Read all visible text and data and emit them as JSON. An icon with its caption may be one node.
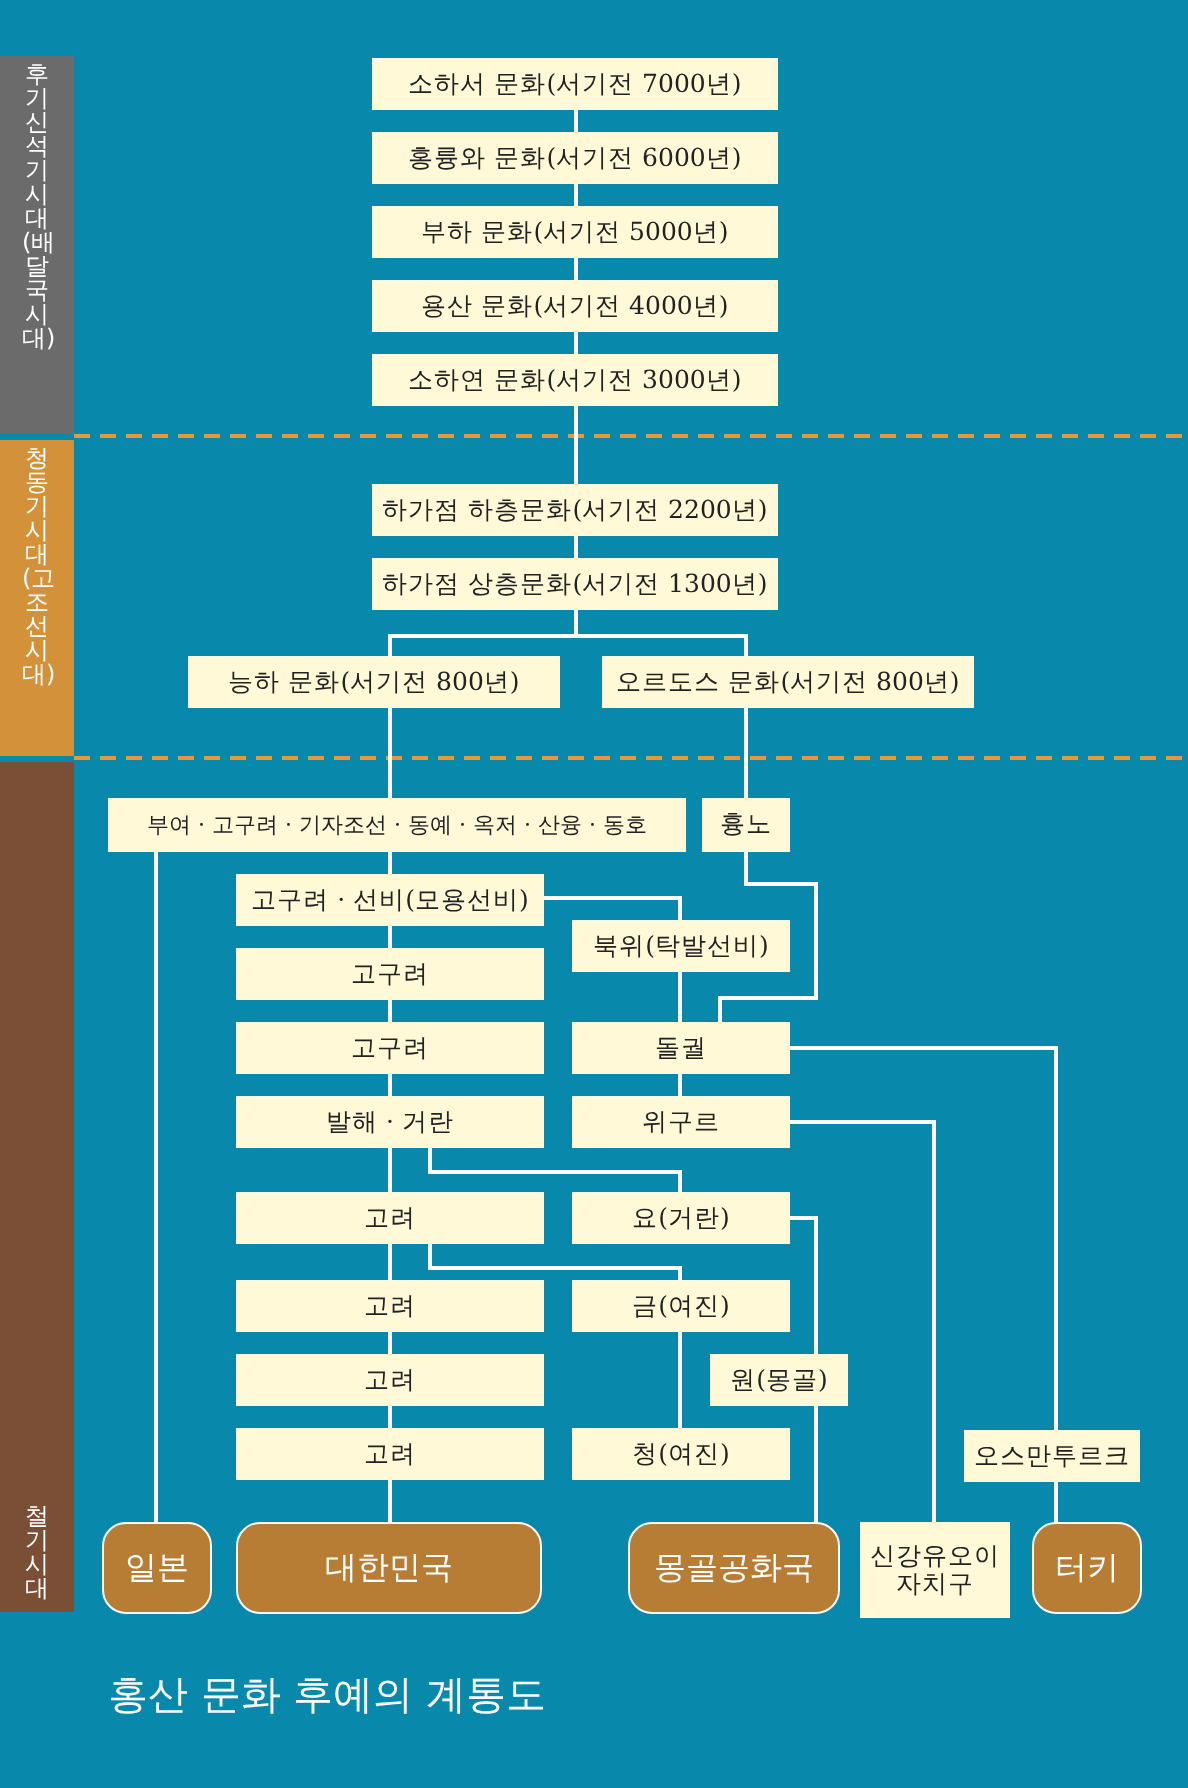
{
  "diagram": {
    "caption": "홍산 문화 후예의 계통도",
    "nodes": [
      {
        "text": [
          "후기 신석기시대(배달국시대)"
        ]
      },
      {
        "text": [
          "청동기시대(고조선시대)"
        ]
      },
      {
        "text": [
          "철기시대"
        ]
      },
      {
        "text": [
          "소하서 문화(서기전 7000년)"
        ]
      },
      {
        "text": [
          "홍륭와 문화(서기전 6000년)"
        ]
      },
      {
        "text": [
          "부하 문화(서기전 5000년)"
        ]
      },
      {
        "text": [
          "용산 문화(서기전 4000년)"
        ]
      },
      {
        "text": [
          "소하연 문화(서기전 3000년)"
        ]
      },
      {
        "text": [
          "하가점 하층문화(서기전 2200년)"
        ]
      },
      {
        "text": [
          "하가점 상층문화(서기전 1300년)"
        ]
      },
      {
        "text": [
          "능하 문화(서기전 800년)"
        ]
      },
      {
        "text": [
          "오르도스 문화(서기전 800년)"
        ]
      },
      {
        "text": [
          "부여 · 고구려 · 기자조선 · 동예 · 옥저 · 산융 · 동호"
        ]
      },
      {
        "text": [
          "흉노"
        ]
      },
      {
        "text": [
          "고구려 · 선비(모용선비)"
        ]
      },
      {
        "text": [
          "북위(탁발선비)"
        ]
      },
      {
        "text": [
          "고구려"
        ]
      },
      {
        "text": [
          "고구려"
        ]
      },
      {
        "text": [
          "돌궐"
        ]
      },
      {
        "text": [
          "발해 · 거란"
        ]
      },
      {
        "text": [
          "위구르"
        ]
      },
      {
        "text": [
          "고려"
        ]
      },
      {
        "text": [
          "요(거란)"
        ]
      },
      {
        "text": [
          "고려"
        ]
      },
      {
        "text": [
          "금(여진)"
        ]
      },
      {
        "text": [
          "고려"
        ]
      },
      {
        "text": [
          "원(몽골)"
        ]
      },
      {
        "text": [
          "고려"
        ]
      },
      {
        "text": [
          "청(여진)"
        ]
      },
      {
        "text": [
          "오스만투르크"
        ]
      },
      {
        "text": [
          "일본"
        ]
      },
      {
        "text": [
          "대한민국"
        ]
      },
      {
        "text": [
          "몽골공화국"
        ]
      },
      {
        "text": [
          "신강유오이 자치구"
        ]
      },
      {
        "text": [
          "터키"
        ]
      }
    ],
    "edges": [
      {
        "from": 3,
        "to": 4,
        "arrow": "none"
      },
      {
        "from": 4,
        "to": 5,
        "arrow": "none"
      },
      {
        "from": 5,
        "to": 6,
        "arrow": "none"
      },
      {
        "from": 6,
        "to": 7,
        "arrow": "none"
      },
      {
        "from": 7,
        "to": 8,
        "arrow": "none"
      },
      {
        "from": 8,
        "to": 9,
        "arrow": "none"
      },
      {
        "from": 9,
        "to": 10,
        "arrow": "none"
      },
      {
        "from": 9,
        "to": 11,
        "arrow": "none"
      },
      {
        "from": 10,
        "to": 12,
        "arrow": "none"
      },
      {
        "from": 11,
        "to": 13,
        "arrow": "none"
      },
      {
        "from": 12,
        "to": 14,
        "arrow": "none"
      },
      {
        "from": 12,
        "to": 30,
        "arrow": "none"
      },
      {
        "from": 14,
        "to": 15,
        "arrow": "none"
      },
      {
        "from": 15,
        "to": 18,
        "arrow": "none"
      },
      {
        "from": 13,
        "to": 18,
        "arrow": "none"
      },
      {
        "from": 14,
        "to": 16,
        "arrow": "none"
      },
      {
        "from": 16,
        "to": 17,
        "arrow": "none"
      },
      {
        "from": 17,
        "to": 19,
        "arrow": "none"
      },
      {
        "from": 18,
        "to": 20,
        "arrow": "none"
      },
      {
        "from": 18,
        "to": 29,
        "arrow": "none"
      },
      {
        "from": 20,
        "to": 33,
        "arrow": "none"
      },
      {
        "from": 19,
        "to": 21,
        "arrow": "none"
      },
      {
        "from": 19,
        "to": 22,
        "arrow": "none"
      },
      {
        "from": 22,
        "to": 26,
        "arrow": "none"
      },
      {
        "from": 21,
        "to": 23,
        "arrow": "none"
      },
      {
        "from": 21,
        "to": 24,
        "arrow": "none"
      },
      {
        "from": 23,
        "to": 25,
        "arrow": "none"
      },
      {
        "from": 24,
        "to": 28,
        "arrow": "none"
      },
      {
        "from": 25,
        "to": 27,
        "arrow": "none"
      },
      {
        "from": 26,
        "to": 32,
        "arrow": "none"
      },
      {
        "from": 27,
        "to": 31,
        "arrow": "none"
      },
      {
        "from": 29,
        "to": 34,
        "arrow": "none"
      }
    ]
  }
}
